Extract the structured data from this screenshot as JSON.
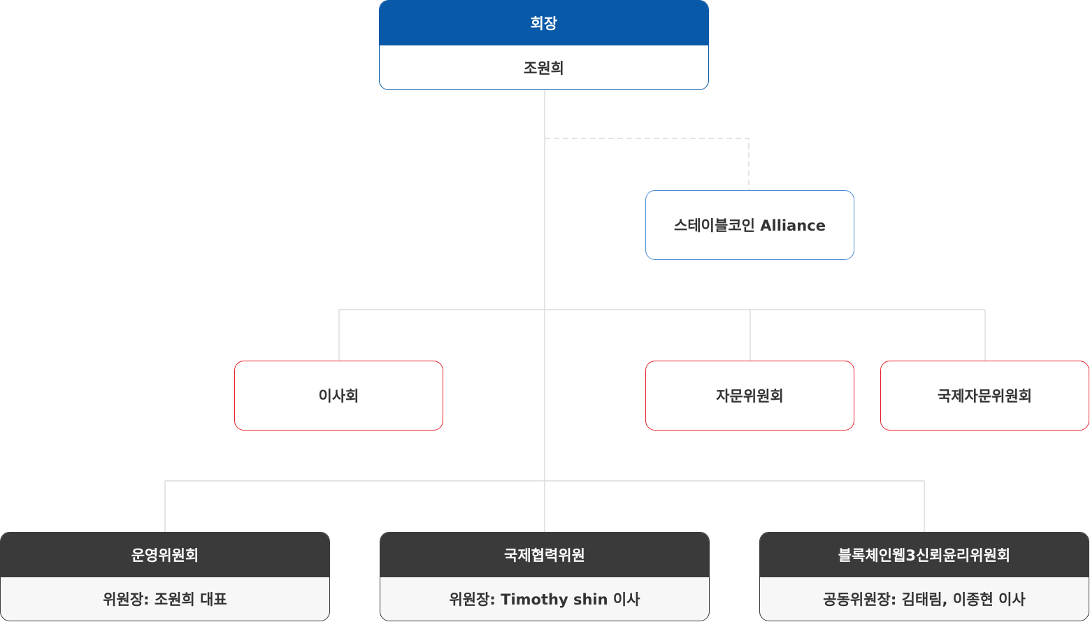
{
  "chairman": {
    "title": "회장",
    "name": "조원희"
  },
  "alliance": {
    "label": "스테이블코인 Alliance"
  },
  "mid_row": [
    {
      "label": "이사회"
    },
    {
      "label": "자문위원회"
    },
    {
      "label": "국제자문위원회"
    }
  ],
  "committees": [
    {
      "title": "운영위원회",
      "chair": "위원장: 조원희 대표"
    },
    {
      "title": "국제협력위원",
      "chair": "위원장: Timothy shin 이사"
    },
    {
      "title": "블록체인웹3신뢰윤리위원회",
      "chair": "공동위원장: 김태림, 이종현 이사"
    }
  ],
  "colors": {
    "primary": "#0859a8",
    "alliance_border": "#4a8ad4",
    "board_border": "#e8202a",
    "committee_head": "#3a3a3a",
    "connector": "#dddddd"
  }
}
